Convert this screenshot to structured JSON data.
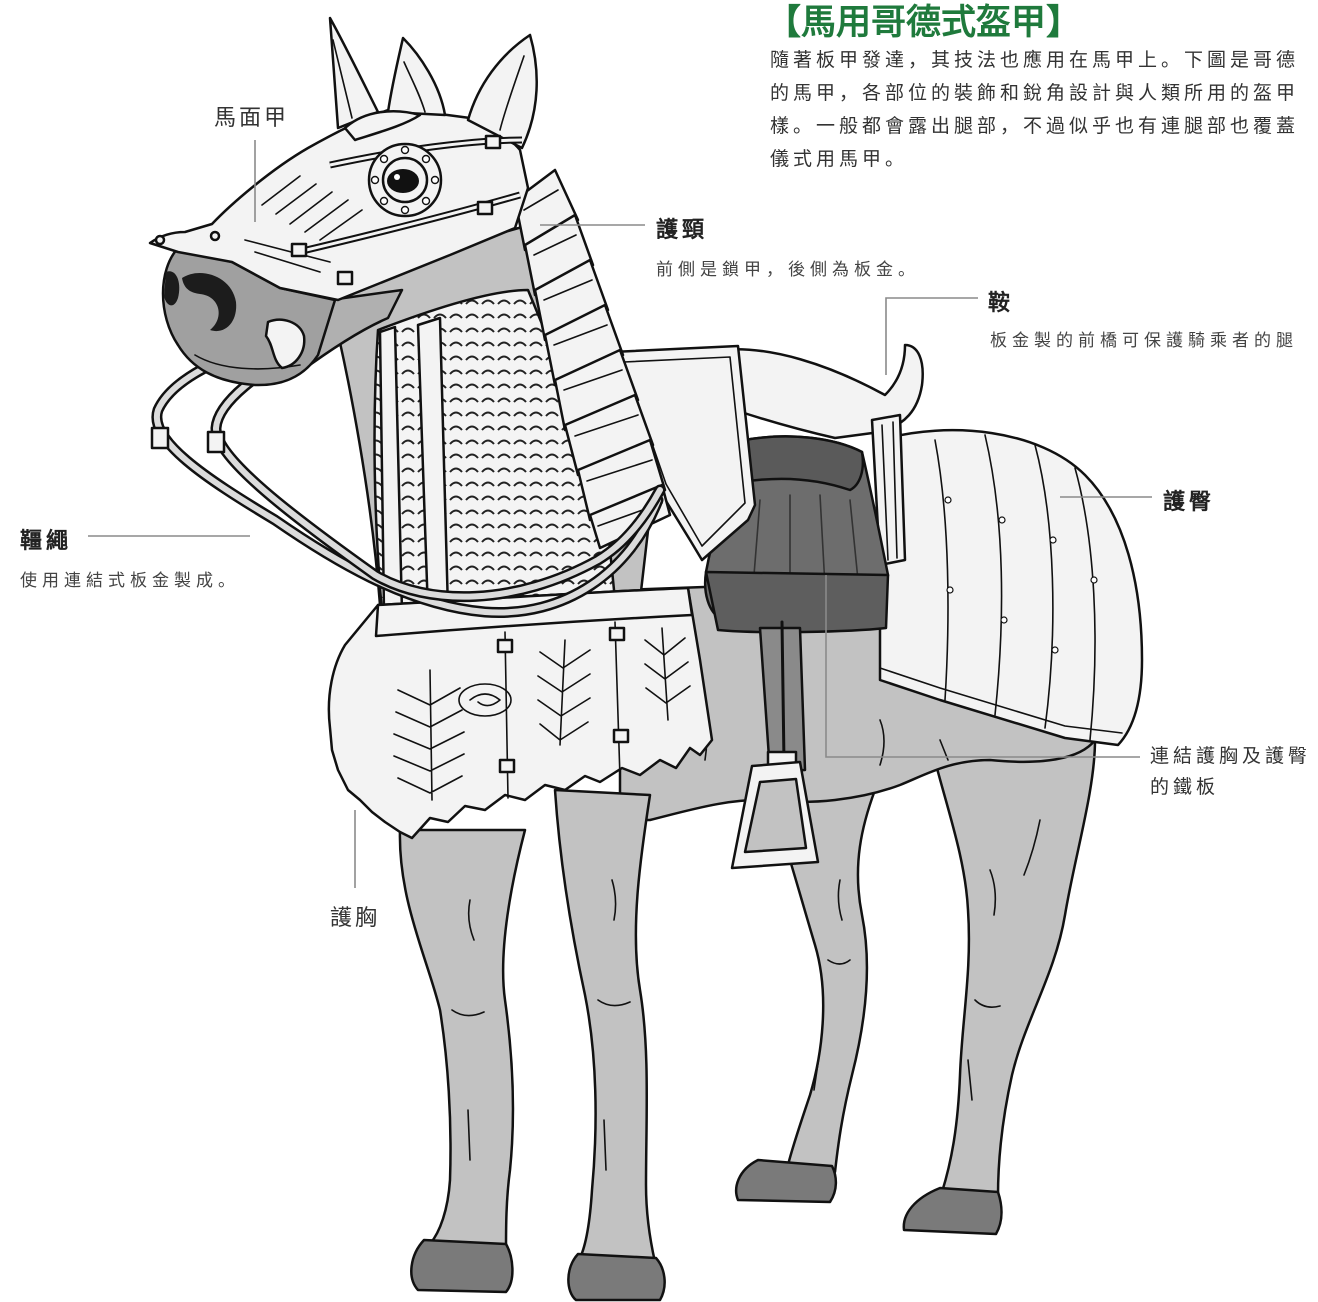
{
  "title": "【馬用哥德式盔甲】",
  "intro": {
    "lines": [
      "隨著板甲發達，其技法也應用在馬甲上。下圖是哥德",
      "的馬甲，各部位的裝飾和銳角設計與人類所用的盔甲",
      "樣。一般都會露出腿部，不過似乎也有連腿部也覆蓋",
      "儀式用馬甲。"
    ]
  },
  "labels": {
    "chanfron": {
      "name": "馬面甲"
    },
    "crinet": {
      "name": "護頸",
      "note": "前側是鎖甲，後側為板金。"
    },
    "saddle": {
      "name": "鞍",
      "note": "板金製的前橋可保護騎乘者的腿"
    },
    "crupper": {
      "name": "護臀"
    },
    "reins": {
      "name": "韁繩",
      "note": "使用連結式板金製成。"
    },
    "flanchard": {
      "lines": [
        "連結護胸及護臀",
        "的鐵板"
      ]
    },
    "peytral": {
      "name": "護胸"
    }
  },
  "colors": {
    "title": "#1f7a3c",
    "ink": "#111111",
    "armor": "#f3f3f3",
    "horse": "#c2c2c2",
    "pad": "#6d6d6d",
    "hoof": "#7a7a7a"
  }
}
